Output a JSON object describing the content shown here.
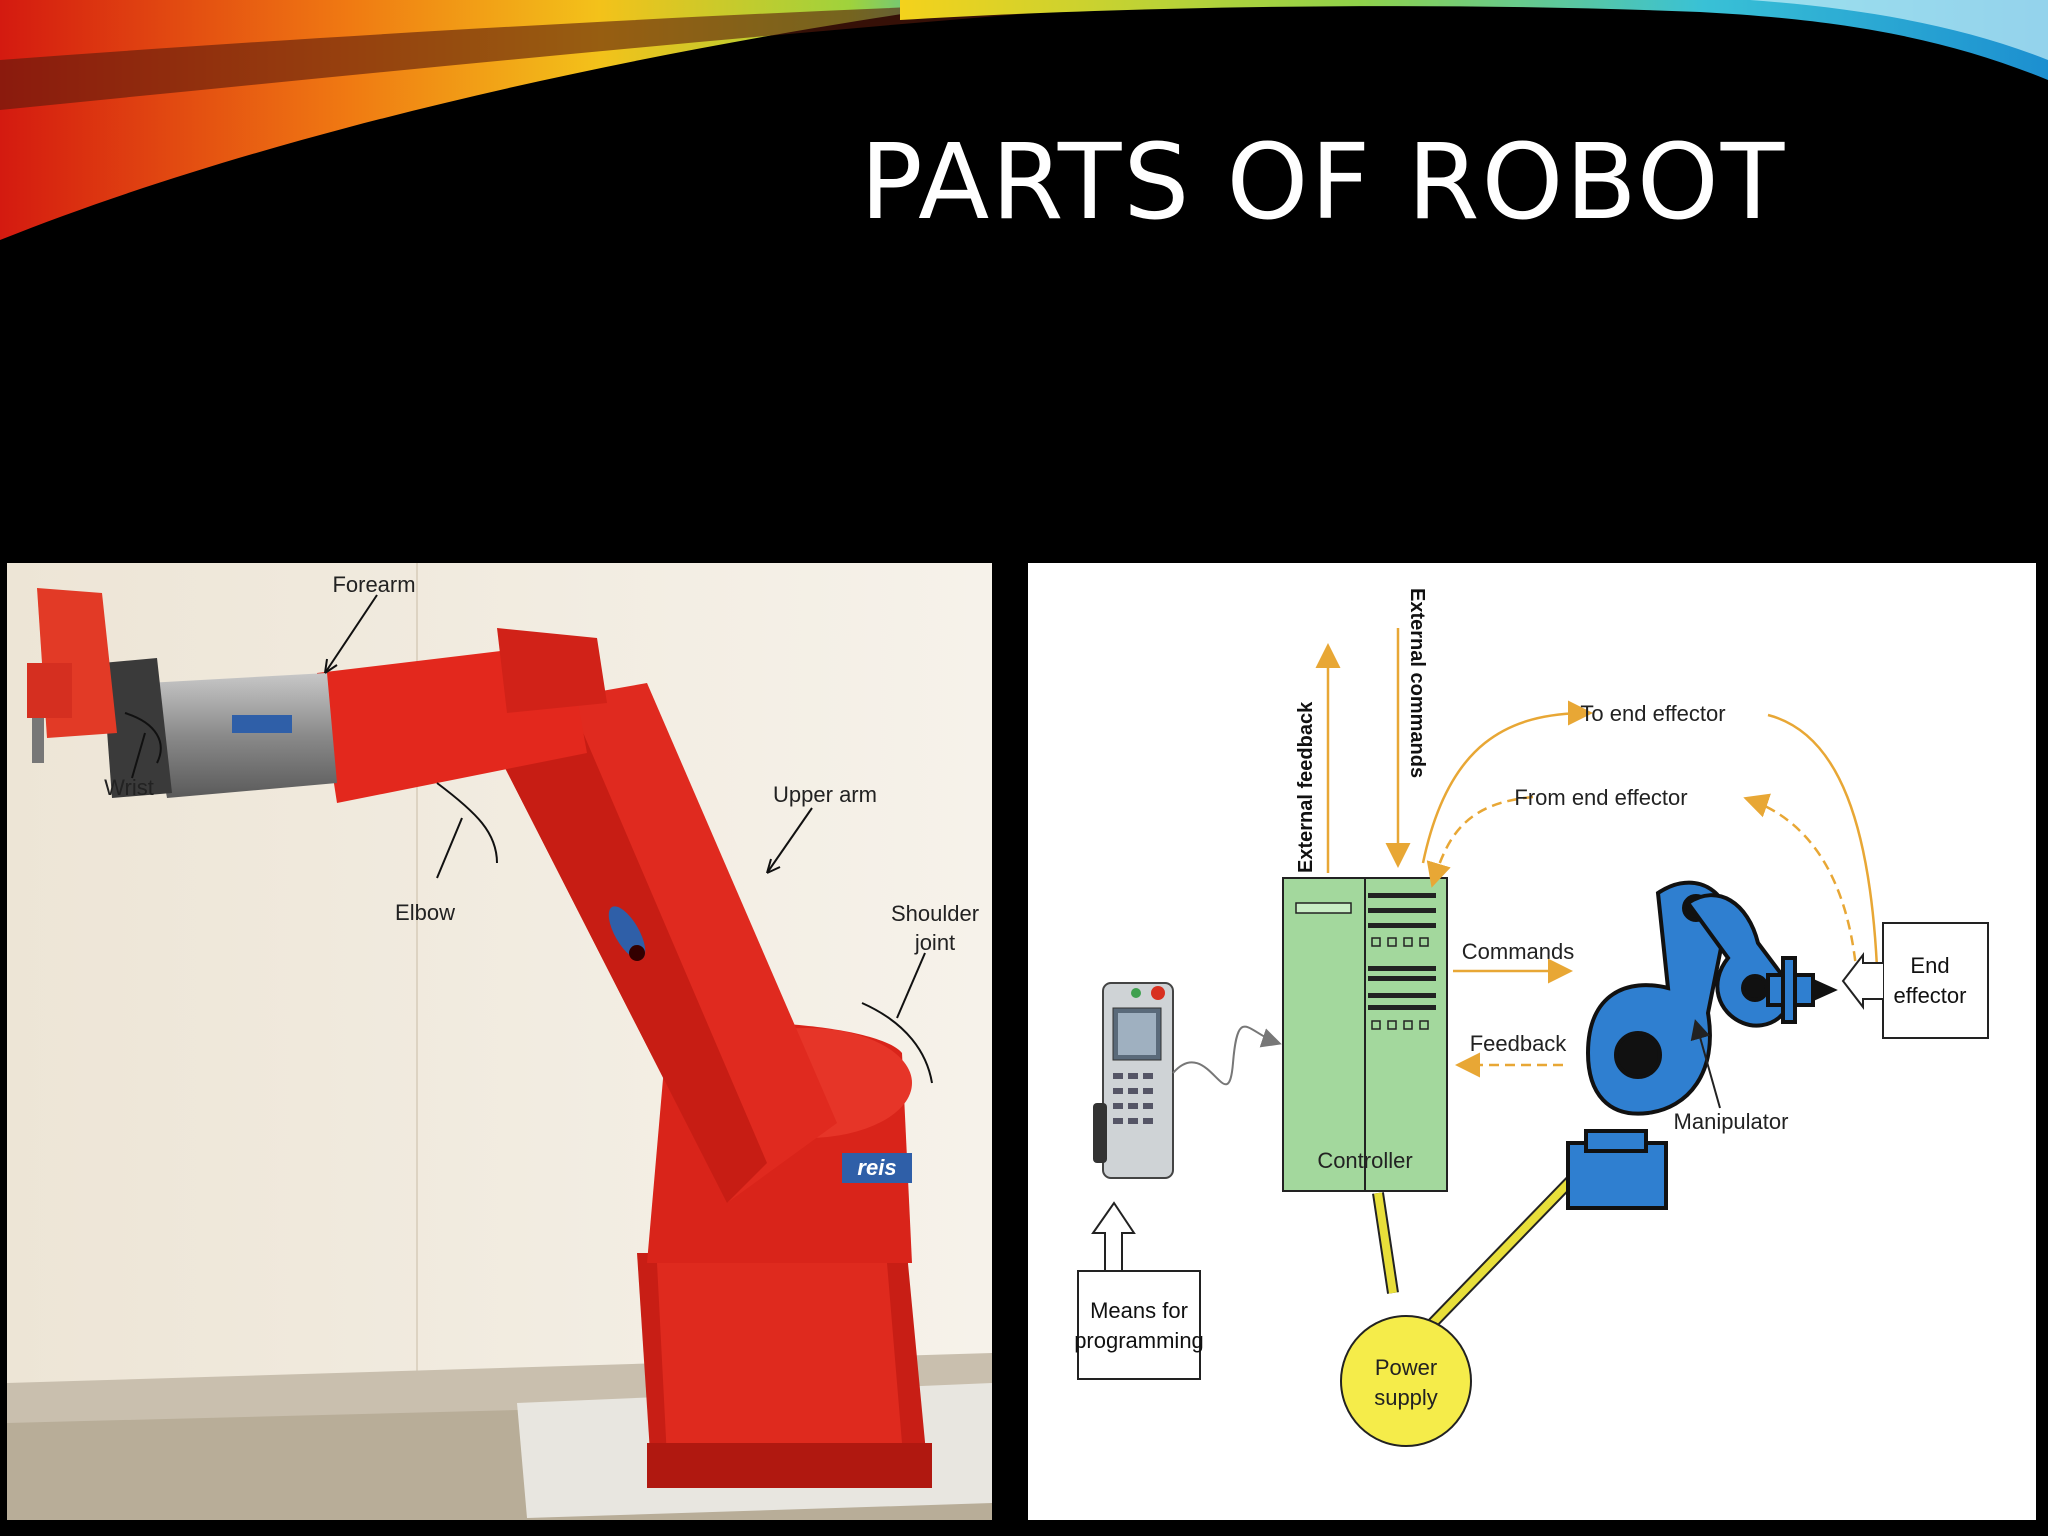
{
  "slide": {
    "title": "PARTS OF ROBOT"
  },
  "colors": {
    "robot": "#e1261c",
    "controller": "#9fd79a",
    "manipulator": "#2f7fd0",
    "arrow": "#e8b54a",
    "power": "#f5ec4a"
  },
  "robot_photo": {
    "labels": {
      "forearm": "Forearm",
      "wrist": "Wrist",
      "upper_arm": "Upper arm",
      "elbow": "Elbow",
      "shoulder_line1": "Shoulder",
      "shoulder_line2": "joint"
    },
    "logo": "reis"
  },
  "system_diagram": {
    "external_feedback": "External feedback",
    "external_commands": "External commands",
    "to_end_effector": "To end effector",
    "from_end_effector": "From end effector",
    "commands": "Commands",
    "feedback": "Feedback",
    "controller": "Controller",
    "manipulator": "Manipulator",
    "end_effector_line1": "End",
    "end_effector_line2": "effector",
    "means_line1": "Means for",
    "means_line2": "programming",
    "power_line1": "Power",
    "power_line2": "supply"
  }
}
